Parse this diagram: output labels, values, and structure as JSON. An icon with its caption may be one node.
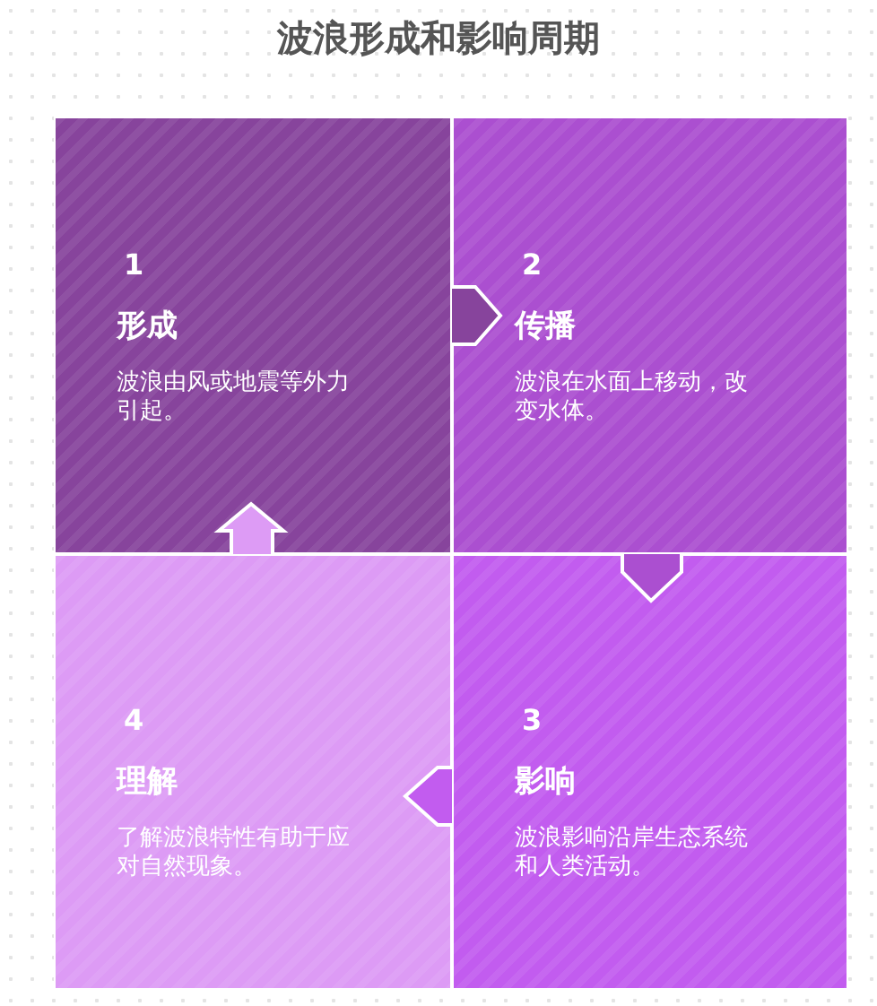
{
  "diagram": {
    "title": "波浪形成和影响周期",
    "nodes": [
      {
        "text": [
          "1",
          "形成",
          "波浪由风或地震等外力引起。"
        ]
      },
      {
        "text": [
          "2",
          "传播",
          "波浪在水面上移动，改变水体。"
        ]
      },
      {
        "text": [
          "3",
          "影响",
          "波浪影响沿岸生态系统和人类活动。"
        ]
      },
      {
        "text": [
          "4",
          "理解",
          "了解波浪特性有助于应对自然现象。"
        ]
      }
    ],
    "edges": [
      {
        "from": 0,
        "to": 1,
        "arrow": "to"
      },
      {
        "from": 1,
        "to": 2,
        "arrow": "to"
      },
      {
        "from": 2,
        "to": 3,
        "arrow": "to"
      },
      {
        "from": 3,
        "to": 0,
        "arrow": "to"
      }
    ]
  }
}
